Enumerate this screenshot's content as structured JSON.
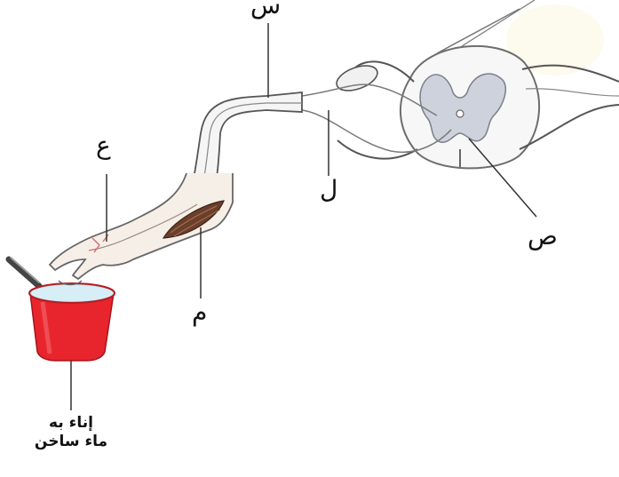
{
  "labels": {
    "top": "س",
    "left_upper": "ع",
    "middle": "ل",
    "right": "ص",
    "muscle": "م"
  },
  "caption": {
    "line1": "إناء به",
    "line2": "ماء ساخن"
  },
  "colors": {
    "container": "#e8252d",
    "water": "#d7eef6",
    "tissue": "#f4f4f4",
    "grey_matter": "#cfd3dc",
    "muscle": "#6b3f2a",
    "nerve_outline": "#555555"
  }
}
